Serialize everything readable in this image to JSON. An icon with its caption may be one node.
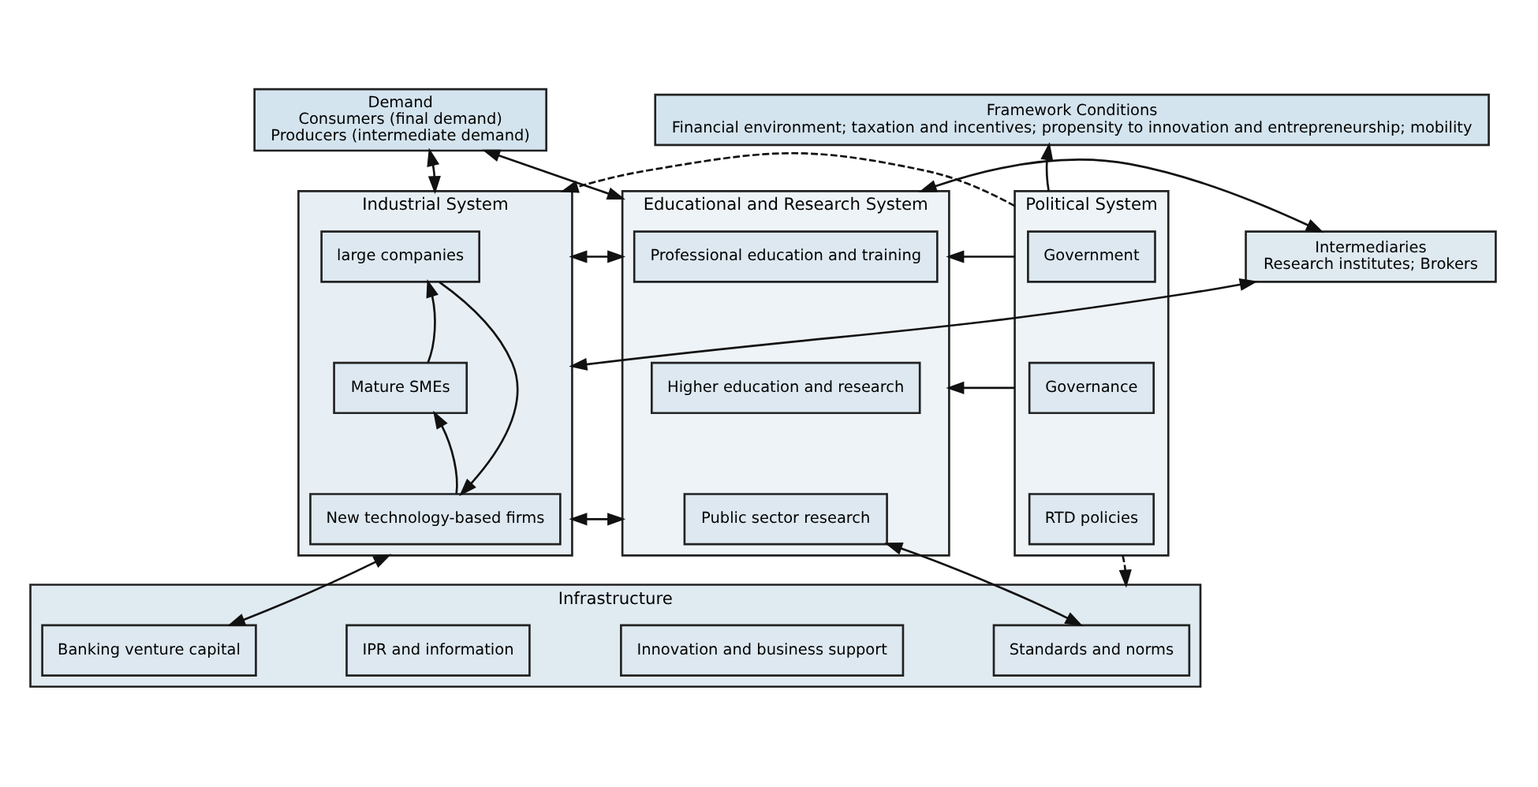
{
  "diagram": {
    "nodes": [
      {
        "text": [
          "Demand",
          "Consumers (final demand)",
          "Producers (intermediate demand)"
        ]
      },
      {
        "text": [
          "Framework Conditions",
          "Financial environment; taxation and incentives; propensity to innovation and entrepreneurship; mobility"
        ]
      },
      {
        "text": [
          "Industrial System"
        ]
      },
      {
        "text": [
          "large companies"
        ],
        "in": 2
      },
      {
        "text": [
          "Mature SMEs"
        ],
        "in": 2
      },
      {
        "text": [
          "New technology-based firms"
        ],
        "in": 2
      },
      {
        "text": [
          "Intermediaries",
          "Research institutes; Brokers"
        ]
      },
      {
        "text": [
          "Educational and Research System"
        ]
      },
      {
        "text": [
          "Professional education and training"
        ],
        "in": 7
      },
      {
        "text": [
          "Higher education and research"
        ],
        "in": 7
      },
      {
        "text": [
          "Public sector research"
        ],
        "in": 7
      },
      {
        "text": [
          "Political System"
        ]
      },
      {
        "text": [
          "Government"
        ],
        "in": 11
      },
      {
        "text": [
          "Governance"
        ],
        "in": 11
      },
      {
        "text": [
          "RTD policies"
        ],
        "in": 11
      },
      {
        "text": [
          "Infrastructure"
        ]
      },
      {
        "text": [
          "Banking venture capital"
        ],
        "in": 15
      },
      {
        "text": [
          "IPR and information"
        ],
        "in": 15
      },
      {
        "text": [
          "Innovation and business support"
        ],
        "in": 15
      },
      {
        "text": [
          "Standards and norms"
        ],
        "in": 15
      }
    ],
    "edges": [
      {
        "from": 0,
        "to": 2,
        "arrow": "both"
      },
      {
        "from": 0,
        "to": 7,
        "arrow": "both"
      },
      {
        "from": 11,
        "to": 1,
        "arrow": "to"
      },
      {
        "from": 11,
        "to": 2,
        "arrow": "to",
        "style": "dashed"
      },
      {
        "from": 2,
        "to": 7,
        "arrow": "both"
      },
      {
        "from": 3,
        "to": 5,
        "arrow": "to"
      },
      {
        "from": 4,
        "to": 3,
        "arrow": "to"
      },
      {
        "from": 5,
        "to": 4,
        "arrow": "to"
      },
      {
        "from": 2,
        "to": 6,
        "arrow": "both"
      },
      {
        "from": 6,
        "to": 7,
        "arrow": "both"
      },
      {
        "from": 2,
        "to": 7,
        "arrow": "both"
      },
      {
        "from": 11,
        "to": 7,
        "arrow": "to"
      },
      {
        "from": 11,
        "to": 7,
        "arrow": "to"
      },
      {
        "from": 2,
        "to": 16,
        "arrow": "both"
      },
      {
        "from": 10,
        "to": 19,
        "arrow": "both"
      },
      {
        "from": 11,
        "to": 15,
        "arrow": "to",
        "style": "dashed"
      }
    ]
  }
}
